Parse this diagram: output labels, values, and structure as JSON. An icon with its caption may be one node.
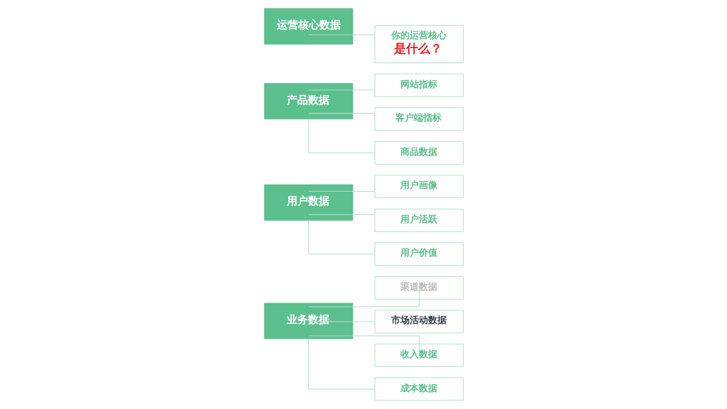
{
  "diagram": {
    "nodes": [
      {
        "text": [
          "业务数据"
        ]
      },
      {
        "text": [
          "渠道数据"
        ]
      },
      {
        "text": [
          "市场活动数据"
        ]
      },
      {
        "text": [
          "收入数据"
        ]
      },
      {
        "text": [
          "成本数据"
        ]
      },
      {
        "text": [
          "用户数据"
        ]
      },
      {
        "text": [
          "用户画像"
        ]
      },
      {
        "text": [
          "用户活跃"
        ]
      },
      {
        "text": [
          "用户价值"
        ]
      },
      {
        "text": [
          "产品数据"
        ]
      },
      {
        "text": [
          "网站指标"
        ]
      },
      {
        "text": [
          "客户端指标"
        ]
      },
      {
        "text": [
          "商品数据"
        ]
      },
      {
        "text": [
          "运营核心数据"
        ]
      },
      {
        "text": [
          "你的运营核心",
          "是什么？"
        ]
      }
    ],
    "edges": [
      {
        "from": 0,
        "to": 1,
        "arrow": "none"
      },
      {
        "from": 0,
        "to": 2,
        "arrow": "none"
      },
      {
        "from": 0,
        "to": 3,
        "arrow": "none"
      },
      {
        "from": 0,
        "to": 4,
        "arrow": "none"
      },
      {
        "from": 5,
        "to": 6,
        "arrow": "none"
      },
      {
        "from": 5,
        "to": 7,
        "arrow": "none"
      },
      {
        "from": 5,
        "to": 8,
        "arrow": "none"
      },
      {
        "from": 9,
        "to": 10,
        "arrow": "none"
      },
      {
        "from": 9,
        "to": 11,
        "arrow": "none"
      },
      {
        "from": 9,
        "to": 12,
        "arrow": "none"
      },
      {
        "from": 13,
        "to": 14,
        "arrow": "none"
      }
    ]
  }
}
